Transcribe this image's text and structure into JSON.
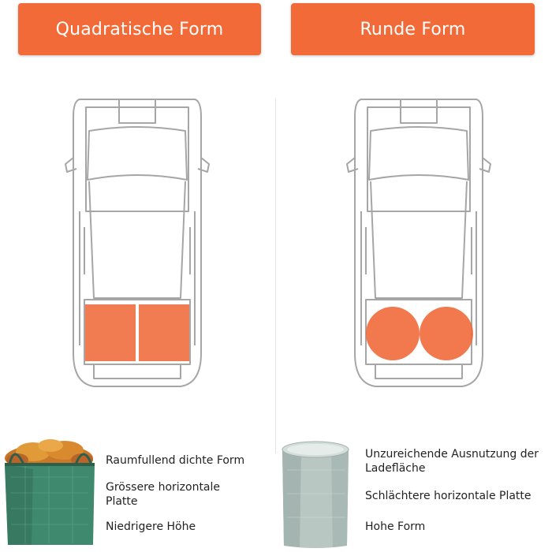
{
  "headers": {
    "left": "Quadratische Form",
    "right": "Runde Form"
  },
  "left_features": [
    "Raumfullend dichte Form",
    "Grössere horizontale Platte",
    "Niedrigere Höhe"
  ],
  "right_features": [
    "Unzureichende Ausnutzung der Ladefläche",
    "Schlächtere horizontale Platte",
    "Hohe Form"
  ],
  "colors": {
    "accent": "#f26a37",
    "cargo_fill": "#f06a3a",
    "car_outline": "#a6a6a6",
    "bag_green": "#3f8a6e",
    "leaves": "#d88a2a",
    "round_bag": "#b9c7c3"
  }
}
